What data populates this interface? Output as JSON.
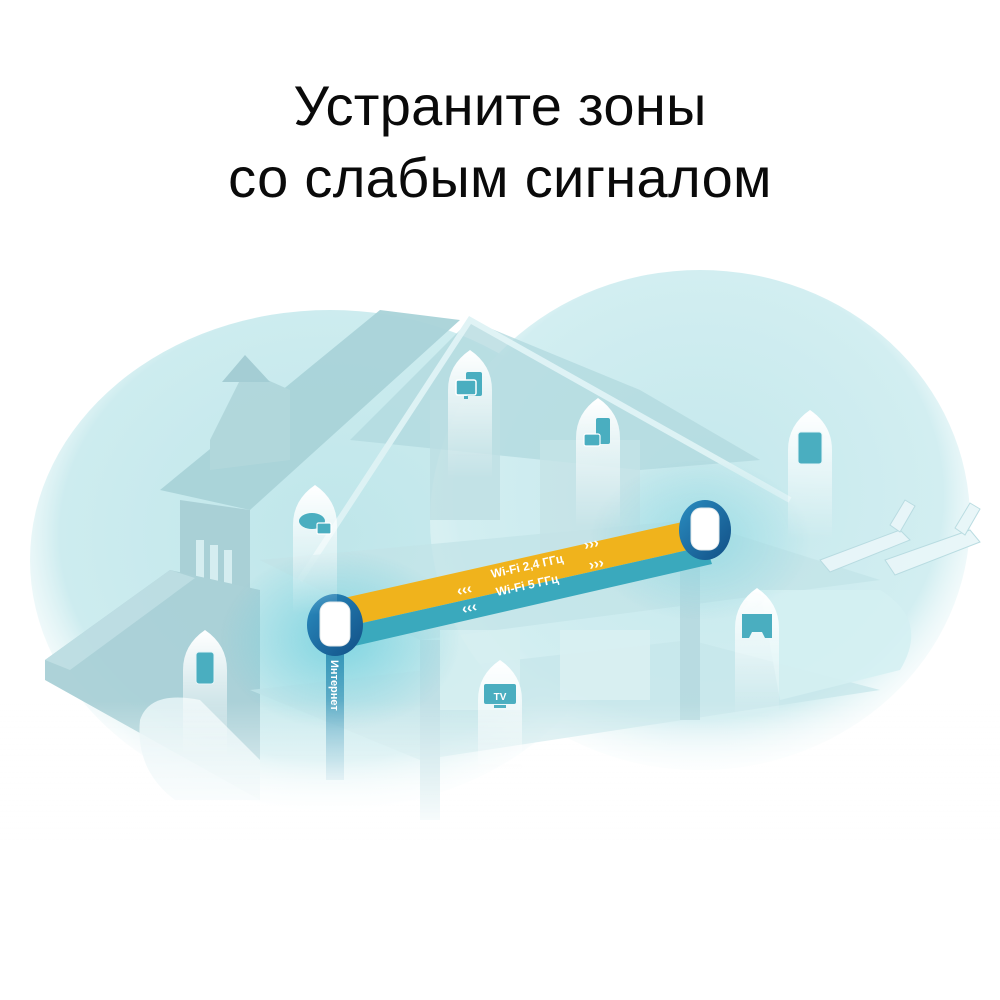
{
  "headline": {
    "line1": "Устраните зоны",
    "line2": "со слабым сигналом"
  },
  "backhaul": {
    "band_24": "Wi-Fi 2,4 ГГц",
    "band_5": "Wi-Fi 5 ГГц",
    "arrows_right": "›››",
    "arrows_left": "‹‹‹",
    "color_24": "#f0b31c",
    "color_5": "#3aa9bd"
  },
  "internet_label": "Интернет",
  "nodes": [
    {
      "name": "main-router",
      "color": "#1e73a8"
    },
    {
      "name": "satellite-node",
      "color": "#1e73a8"
    }
  ],
  "devices": [
    {
      "icon": "desktop-monitor-icon"
    },
    {
      "icon": "game-console-icon"
    },
    {
      "icon": "tablet-icon"
    },
    {
      "icon": "cloud-storage-icon"
    },
    {
      "icon": "smartphone-icon"
    },
    {
      "icon": "gamepad-icon"
    },
    {
      "icon": "tv-icon",
      "text": "TV"
    }
  ],
  "colors": {
    "coverage_bubble": "#c9ebef",
    "house": "#b9dde2",
    "icon_fill": "#4aaec0"
  }
}
